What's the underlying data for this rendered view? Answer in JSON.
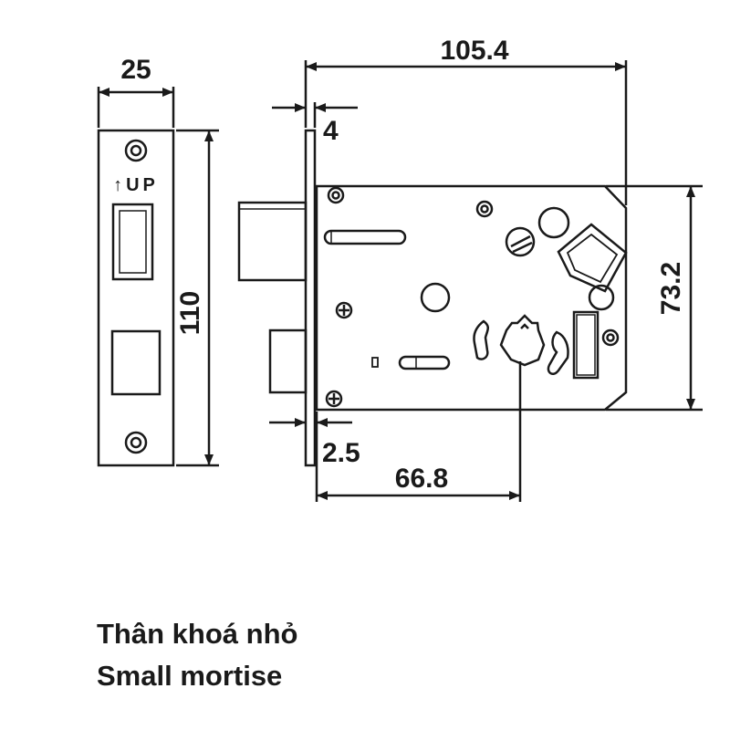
{
  "dimensions": {
    "faceplate_width": "25",
    "faceplate_height": "110",
    "overall_length": "105.4",
    "faceplate_thickness": "4",
    "gap": "2.5",
    "backset": "66.8",
    "case_height": "73.2"
  },
  "faceplate": {
    "up_label": "↑UP"
  },
  "caption": {
    "line1": "Thân khoá nhỏ",
    "line2": "Small mortise"
  },
  "colors": {
    "line": "#1a1a1a",
    "background": "#ffffff"
  }
}
